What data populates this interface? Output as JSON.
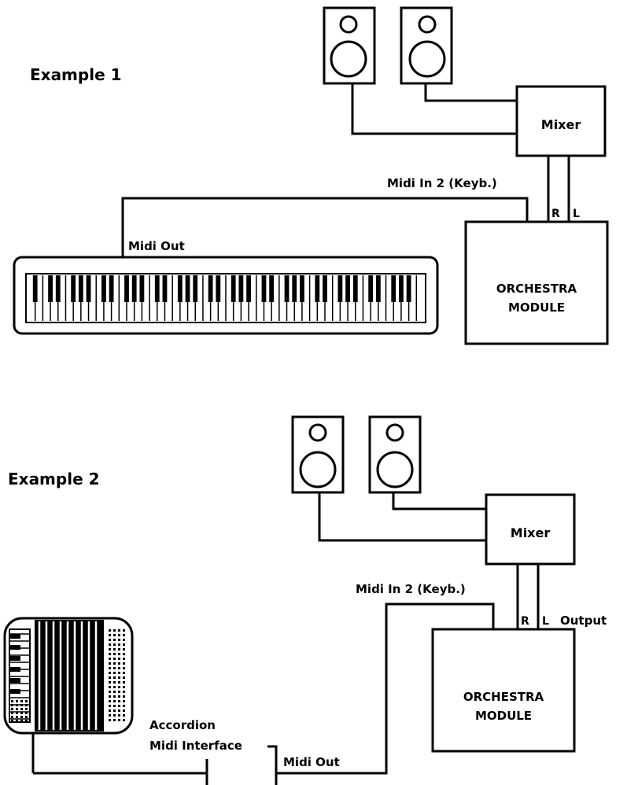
{
  "example1": {
    "title": "Example 1",
    "mixer": "Mixer",
    "midi_in": "Midi In 2 (Keyb.)",
    "midi_out": "Midi Out",
    "channel_r": "R",
    "channel_l": "L",
    "module_line1": "ORCHESTRA",
    "module_line2": "MODULE"
  },
  "example2": {
    "title": "Example 2",
    "mixer": "Mixer",
    "midi_in": "Midi In 2 (Keyb.)",
    "midi_out": "Midi Out",
    "channel_r": "R",
    "channel_l": "L",
    "output": "Output",
    "module_line1": "ORCHESTRA",
    "module_line2": "MODULE",
    "interface_line1": "Accordion",
    "interface_line2": "Midi Interface"
  }
}
